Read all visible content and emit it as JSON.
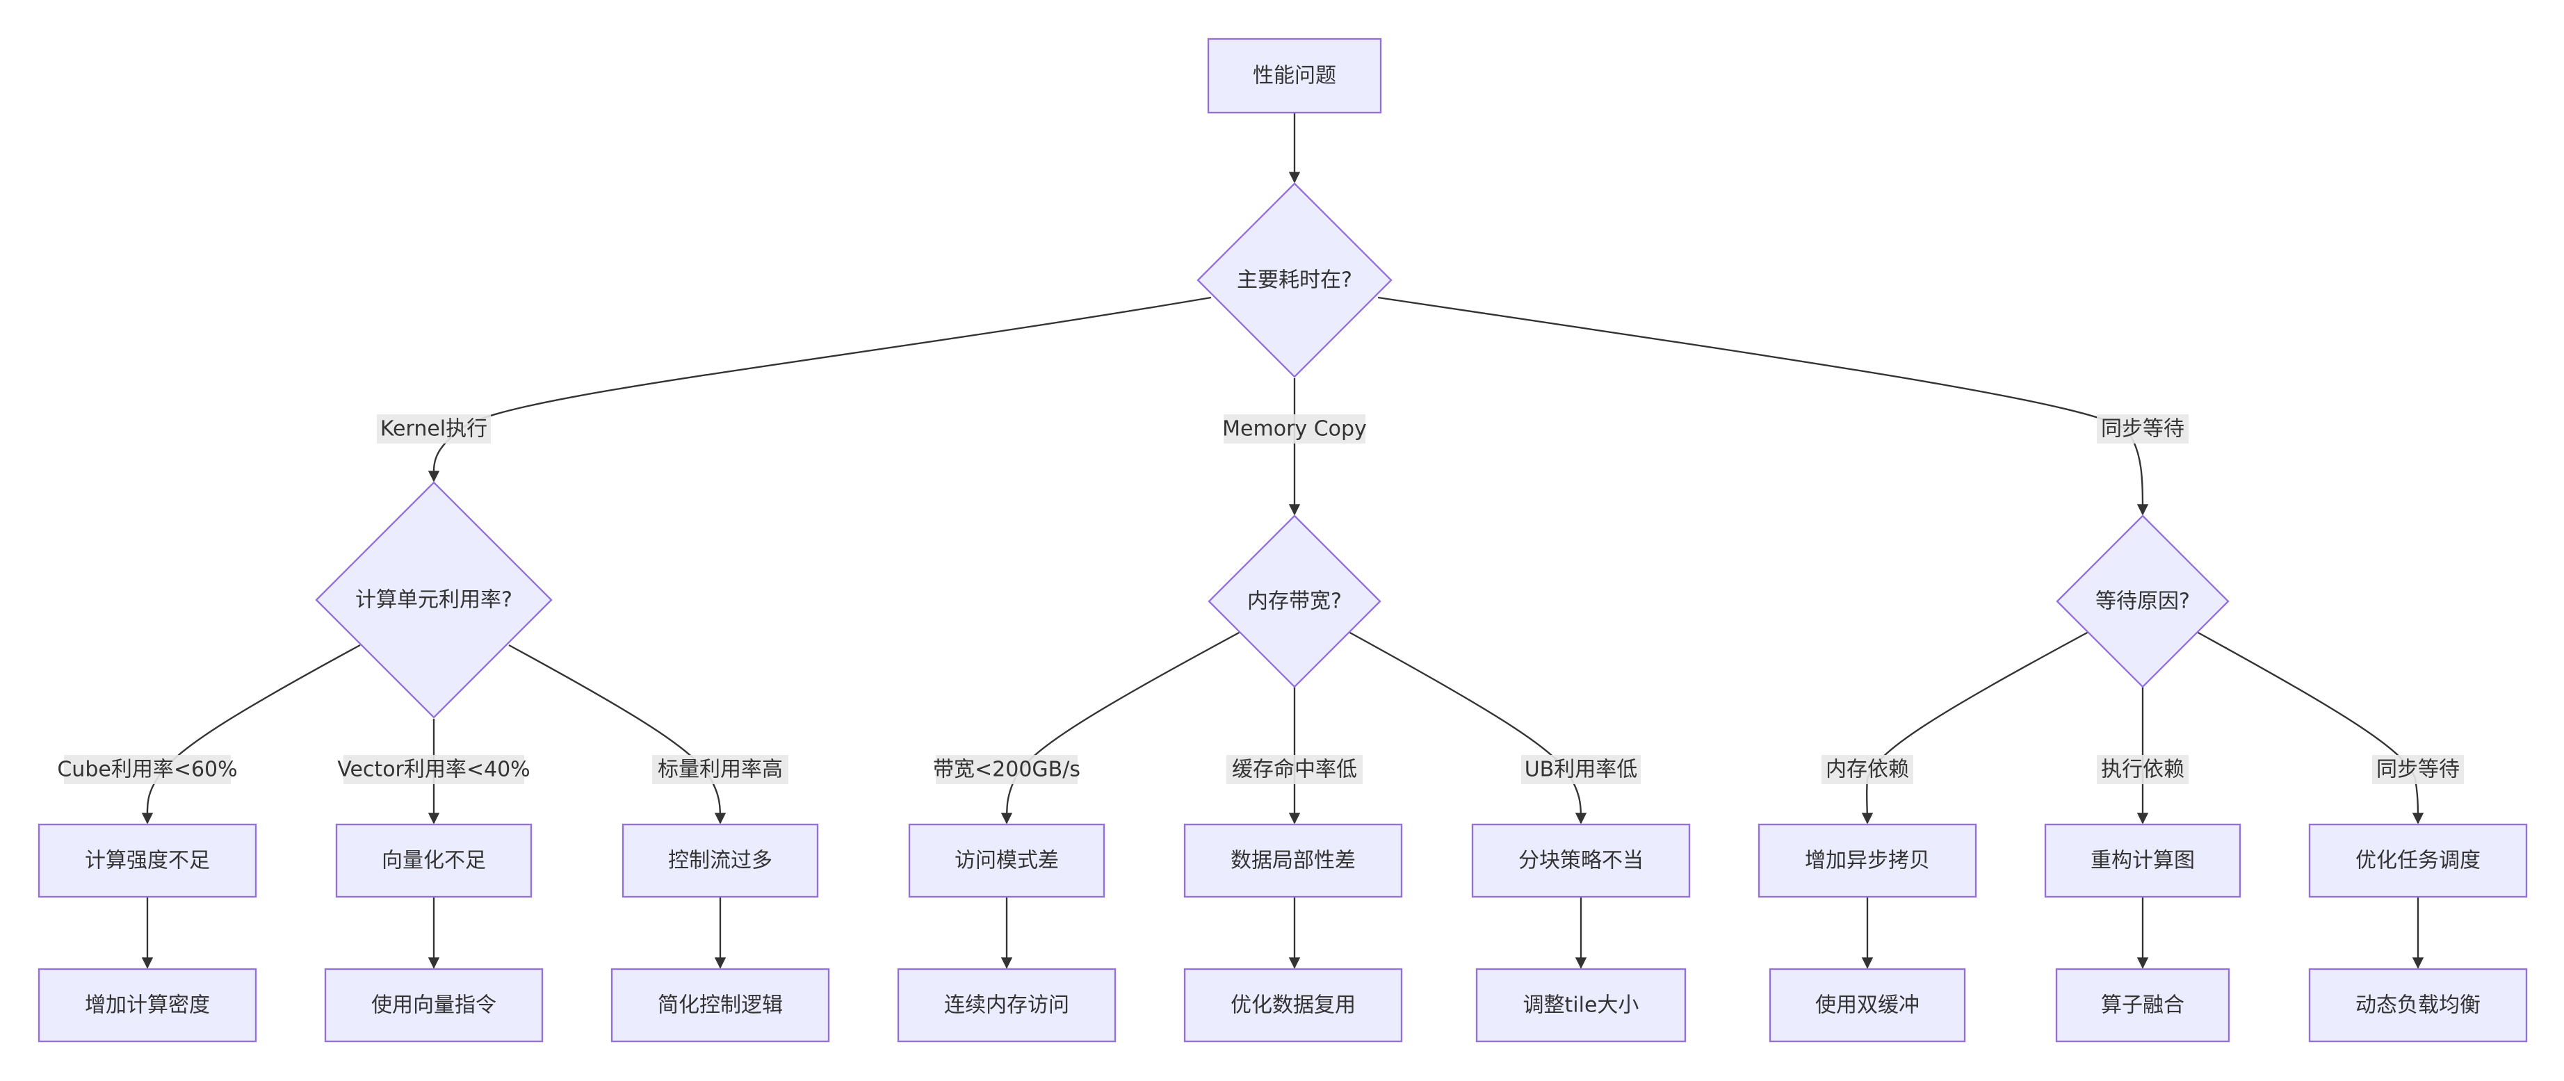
{
  "flowchart": {
    "nodes": {
      "root": "性能问题",
      "main_time": "主要耗时在?",
      "compute_util": "计算单元利用率?",
      "mem_bw": "内存带宽?",
      "wait_reason": "等待原因?",
      "n_compute_intensity": "计算强度不足",
      "n_vectorize": "向量化不足",
      "n_control_flow": "控制流过多",
      "n_access_pattern": "访问模式差",
      "n_locality": "数据局部性差",
      "n_tiling": "分块策略不当",
      "n_async_copy": "增加异步拷贝",
      "n_refactor_graph": "重构计算图",
      "n_schedule": "优化任务调度",
      "n_add_density": "增加计算密度",
      "n_vector_instr": "使用向量指令",
      "n_simplify_control": "简化控制逻辑",
      "n_contiguous_access": "连续内存访问",
      "n_data_reuse": "优化数据复用",
      "n_tile_size": "调整tile大小",
      "n_double_buffer": "使用双缓冲",
      "n_op_fusion": "算子融合",
      "n_load_balance": "动态负载均衡"
    },
    "edge_labels": {
      "kernel_exec": "Kernel执行",
      "memory_copy": "Memory Copy",
      "sync_wait": "同步等待",
      "cube_util": "Cube利用率<60%",
      "vector_util": "Vector利用率<40%",
      "scalar_high": "标量利用率高",
      "bw_low": "带宽<200GB/s",
      "cache_miss": "缓存命中率低",
      "ub_low": "UB利用率低",
      "mem_dep": "内存依赖",
      "exec_dep": "执行依赖",
      "sync_wait2": "同步等待"
    }
  }
}
